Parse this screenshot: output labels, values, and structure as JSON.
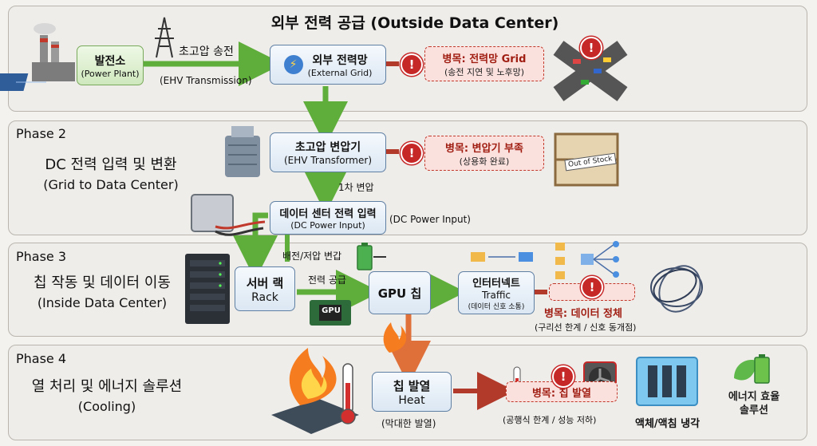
{
  "phase1": {
    "title": "외부 전력 공급 (Outside Data Center)",
    "power_plant": {
      "ko": "발전소",
      "en": "(Power Plant)"
    },
    "transmission": {
      "ko": "초고압 송전",
      "en": "(EHV Transmission)"
    },
    "external_grid": {
      "ko": "외부 전력망",
      "en": "(External Grid)"
    },
    "bottleneck": {
      "title": "병목: 전력망 Grid",
      "sub": "(송전 지연 및 노후망)"
    }
  },
  "phase2": {
    "label": "Phase 2",
    "title_ko": "DC 전력 입력 및 변환",
    "title_en": "(Grid to Data Center)",
    "transformer": {
      "ko": "초고압 변압기",
      "en": "(EHV Transformer)"
    },
    "bottleneck": {
      "title": "병목: 변압기 부족",
      "sub": "(상용화 완료)"
    },
    "out_of_stock": "Out of Stock",
    "first_step": "1차 변압",
    "dc_input": {
      "ko": "데이터 센터 전력 입력",
      "en": "(DC Power Input)"
    },
    "dc_input_side": "(DC Power Input)"
  },
  "phase3": {
    "label": "Phase 3",
    "title_ko": "칩 작동 및 데이터 이동",
    "title_en": "(Inside Data Center)",
    "distribution": "배전/저압 변갑",
    "rack": {
      "ko": "서버 랙",
      "en": "Rack"
    },
    "power_supply": "전력 공급",
    "gpu": "GPU 칩",
    "gpu_icon": "GPU",
    "interconnect": {
      "ko": "인터터넥트",
      "en": "Traffic",
      "sub": "(데이터 신호 소통)"
    },
    "bottleneck": {
      "title": "병목: 데이터 정체",
      "sub": "(구리선 한계 / 신호 동개점)"
    }
  },
  "phase4": {
    "label": "Phase 4",
    "title_ko": "열 처리 및 에너지 솔루션",
    "title_en": "(Cooling)",
    "heat": {
      "ko": "칩 발열",
      "en": "Heat",
      "sub": "(막대한 발열)"
    },
    "bottleneck": {
      "title": "병목: 칩 발열",
      "sub": "(공행식 한계 / 성능 저하)"
    },
    "liquid": "액체/액침 냉각",
    "efficiency": "에너지 효율\n솔루션"
  },
  "colors": {
    "arrow_green": "#5fae3c",
    "arrow_red": "#b23a2a",
    "arrow_orange": "#e0703a",
    "alert": "#c62828"
  }
}
